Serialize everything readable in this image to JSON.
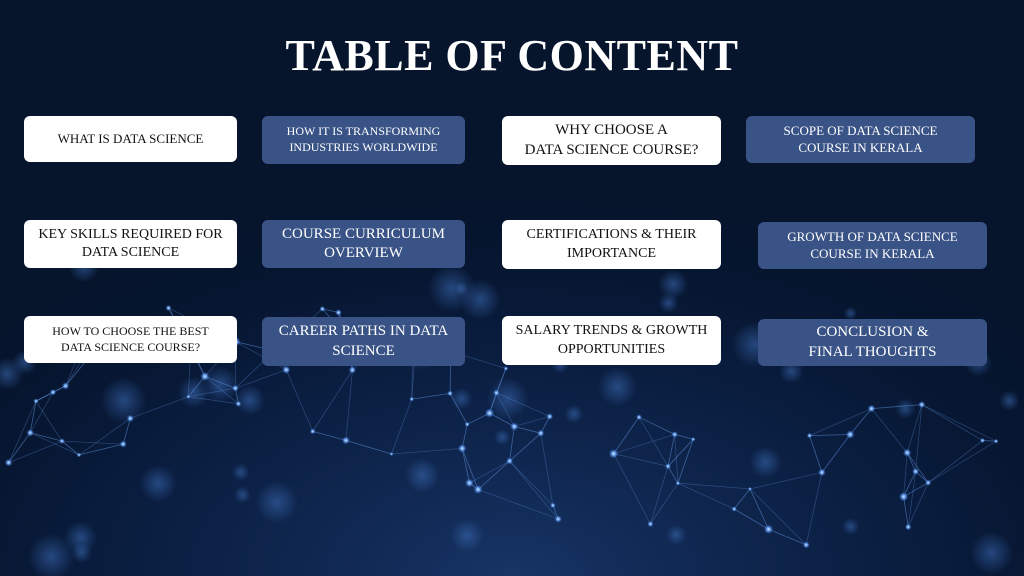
{
  "title": "TABLE OF CONTENT",
  "items": [
    {
      "text": "WHAT IS DATA SCIENCE"
    },
    {
      "text": "HOW IT IS TRANSFORMING\nINDUSTRIES WORLDWIDE"
    },
    {
      "text": "WHY CHOOSE A\nDATA SCIENCE COURSE?"
    },
    {
      "text": "SCOPE OF DATA SCIENCE\nCOURSE IN KERALA"
    },
    {
      "text": "KEY SKILLS REQUIRED FOR\nDATA SCIENCE"
    },
    {
      "text": "COURSE CURRICULUM\nOVERVIEW"
    },
    {
      "text": "CERTIFICATIONS & THEIR\nIMPORTANCE"
    },
    {
      "text": "GROWTH OF DATA SCIENCE\nCOURSE IN KERALA"
    },
    {
      "text": "HOW TO CHOOSE THE BEST\nDATA SCIENCE COURSE?"
    },
    {
      "text": "CAREER PATHS IN DATA\nSCIENCE"
    },
    {
      "text": "SALARY TRENDS & GROWTH\nOPPORTUNITIES"
    },
    {
      "text": "CONCLUSION &\nFINAL THOUGHTS"
    }
  ],
  "colors": {
    "background": "#06142c",
    "card_white": "#ffffff",
    "card_blue": "#3a5386",
    "title": "#ffffff"
  }
}
